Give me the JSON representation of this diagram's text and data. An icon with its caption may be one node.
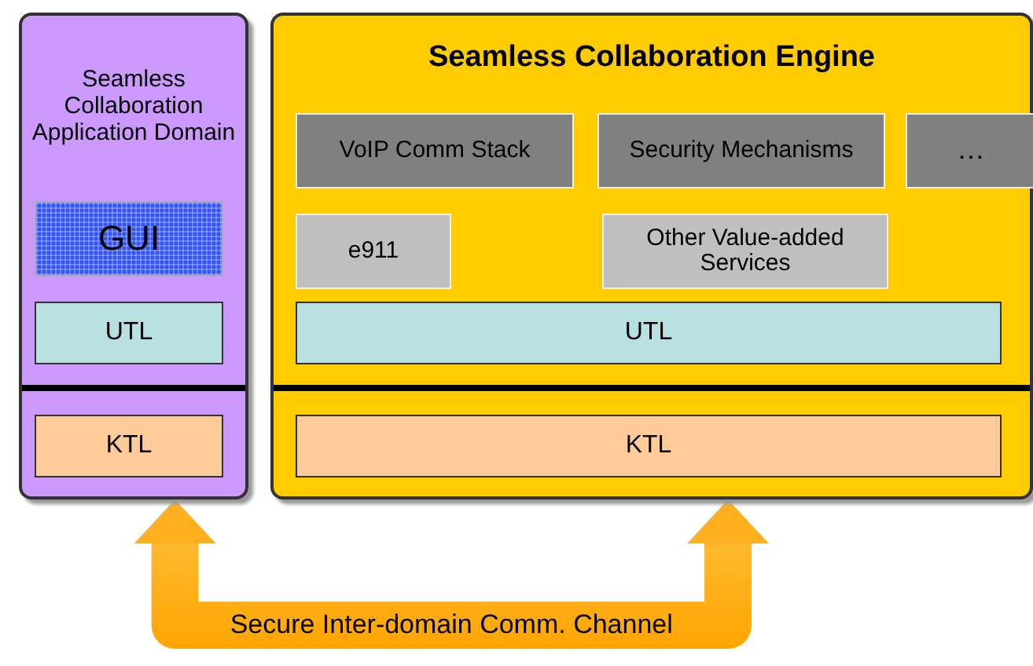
{
  "diagram": {
    "nodes": [
      {
        "text": [
          "Seamless Collaboration Application Domain"
        ]
      },
      {
        "text": [
          "GUI"
        ],
        "in": 0
      },
      {
        "text": [
          "UTL"
        ],
        "in": 0
      },
      {
        "text": [
          "KTL"
        ],
        "in": 0
      },
      {
        "text": [
          "Seamless Collaboration Engine"
        ]
      },
      {
        "text": [
          "VoIP Comm Stack"
        ],
        "in": 4
      },
      {
        "text": [
          "Security Mechanisms"
        ],
        "in": 4
      },
      {
        "text": [
          "…"
        ],
        "in": 4
      },
      {
        "text": [
          "e911"
        ],
        "in": 4
      },
      {
        "text": [
          "Other Value-added Services"
        ],
        "in": 4
      },
      {
        "text": [
          "UTL"
        ],
        "in": 4
      },
      {
        "text": [
          "KTL"
        ],
        "in": 4
      }
    ],
    "edges": [
      {
        "from": 0,
        "to": 4,
        "arrow": "both",
        "label": "Secure Inter-domain Comm. Channel",
        "style": "thick"
      }
    ]
  }
}
